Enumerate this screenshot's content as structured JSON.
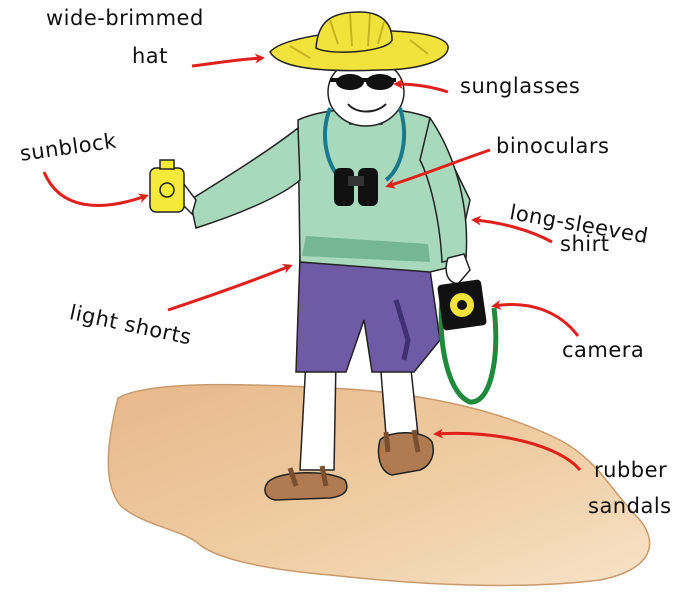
{
  "labels": {
    "hat_line1": "wide-brimmed",
    "hat_line2": "hat",
    "sunglasses": "sunglasses",
    "sunblock": "sunblock",
    "binoculars": "binoculars",
    "shirt_line1": "long-sleeved",
    "shirt_line2": "shirt",
    "shorts": "light shorts",
    "camera": "camera",
    "sandals_line1": "rubber",
    "sandals_line2": "sandals"
  },
  "colors": {
    "arrow": "#e0201c",
    "hat": "#f2e33c",
    "shirt": "#a9d9bd",
    "shorts": "#6f5aa6",
    "sand": "#e9bf8f",
    "sandals": "#b07a52",
    "bottle": "#f3ea3a",
    "strap": "#1f8a3c",
    "binocular_strap": "#1a7a8c"
  }
}
